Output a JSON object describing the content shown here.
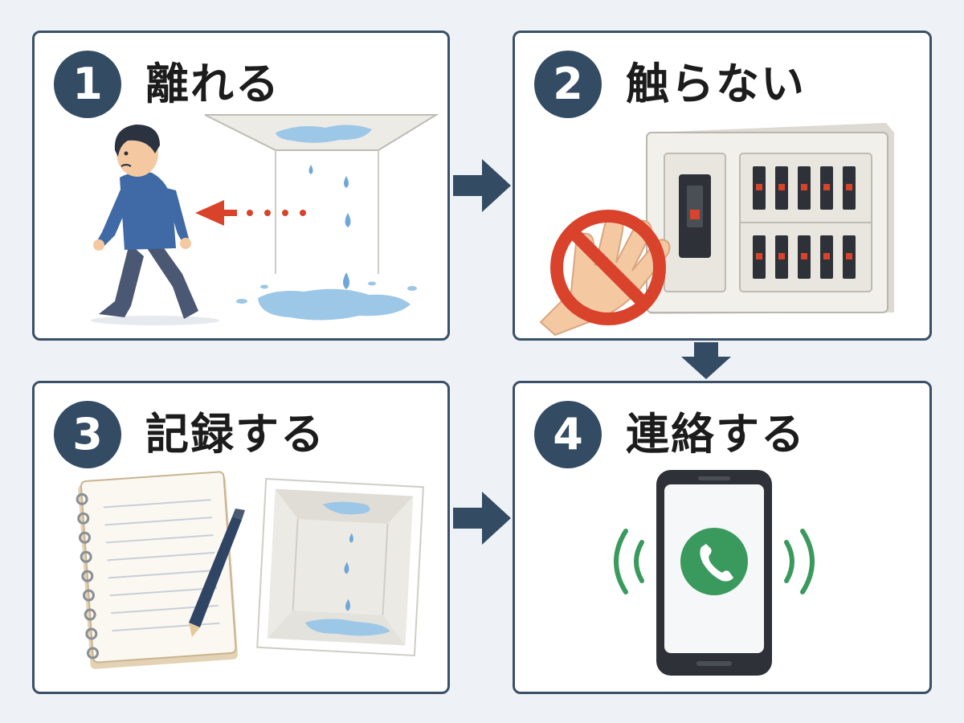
{
  "steps": [
    {
      "number": "1",
      "label": "離れる"
    },
    {
      "number": "2",
      "label": "触らない"
    },
    {
      "number": "3",
      "label": "記録する"
    },
    {
      "number": "4",
      "label": "連絡する"
    }
  ],
  "colors": {
    "badge": "#344b64",
    "border": "#3a5068",
    "arrow": "#344b64",
    "warning_red": "#d9432b",
    "water": "#9cc7e6",
    "call_green": "#3a9a5e",
    "shirt_blue": "#3f6aa6"
  },
  "icons": [
    "person-walking-away-icon",
    "leaking-ceiling-icon",
    "no-touch-prohibition-icon",
    "breaker-panel-icon",
    "notebook-icon",
    "pencil-icon",
    "leak-photo-icon",
    "ringing-phone-icon"
  ]
}
